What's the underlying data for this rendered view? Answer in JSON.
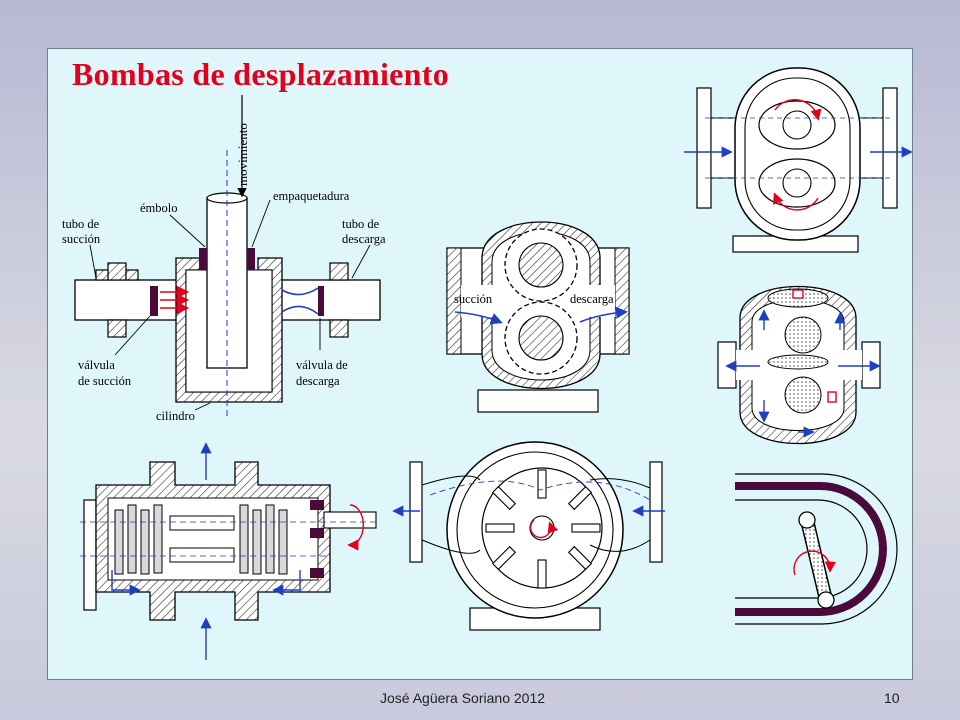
{
  "slide": {
    "title": "Bombas de desplazamiento",
    "author": "José Agüera Soriano 2012",
    "page_number": "10"
  },
  "piston_pump": {
    "movement_label": "movimiento",
    "piston_label": "émbolo",
    "packing_label": "empaquetadura",
    "suction_pipe_label_1": "tubo de",
    "suction_pipe_label_2": "succión",
    "discharge_pipe_label_1": "tubo de",
    "discharge_pipe_label_2": "descarga",
    "suction_valve_label_1": "válvula",
    "suction_valve_label_2": "de succión",
    "discharge_valve_label_1": "válvula de",
    "discharge_valve_label_2": "descarga",
    "cylinder_label": "cilindro"
  },
  "gear_pump": {
    "suction_label": "succión",
    "discharge_label": "descarga"
  },
  "colors": {
    "title": "#e3001b",
    "panel_background": "#dff7fb",
    "flow_arrows": "#1f3fbf",
    "rotation_arrows": "#e3001b",
    "packing_seal": "#4a0a3a"
  },
  "icons": [
    "flow-arrow-icon",
    "rotation-arrow-icon"
  ]
}
